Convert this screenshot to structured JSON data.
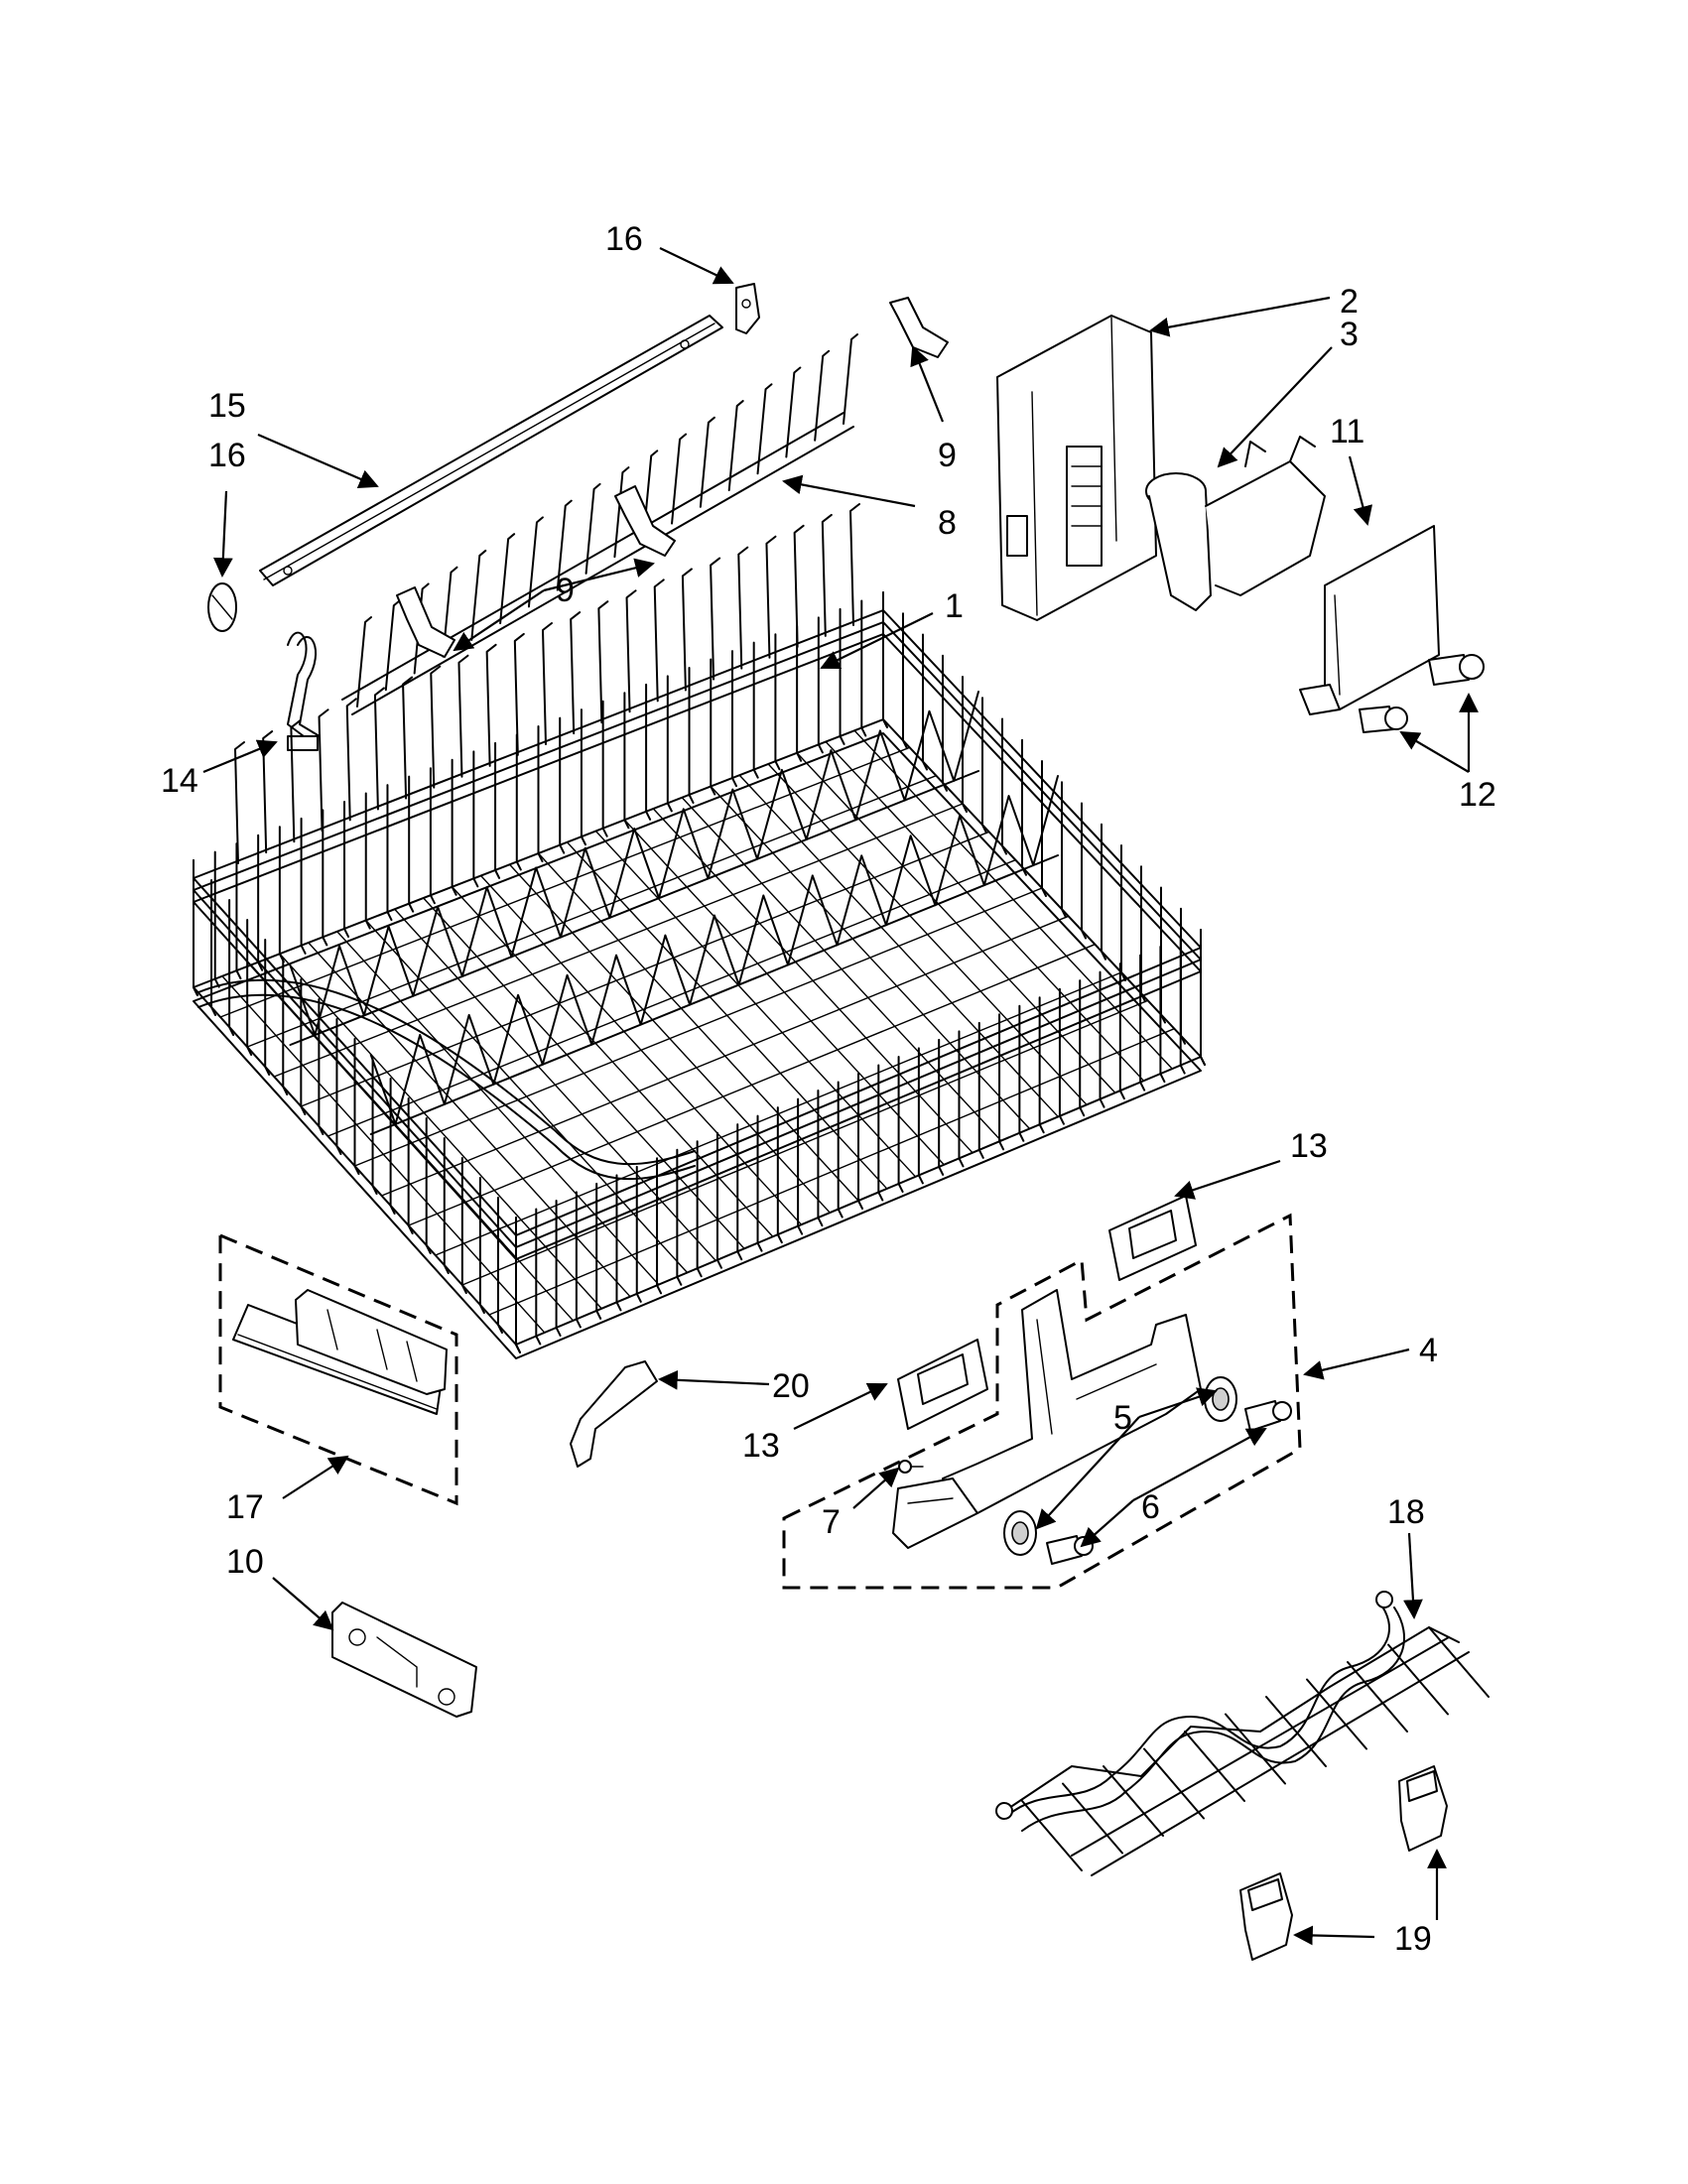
{
  "diagram": {
    "background": "#ffffff",
    "ink": "#000000",
    "callouts": [
      "16",
      "2",
      "3",
      "11",
      "15",
      "16",
      "9",
      "8",
      "9",
      "1",
      "14",
      "12",
      "13",
      "4",
      "20",
      "13",
      "5",
      "6",
      "7",
      "17",
      "10",
      "18",
      "19"
    ]
  }
}
